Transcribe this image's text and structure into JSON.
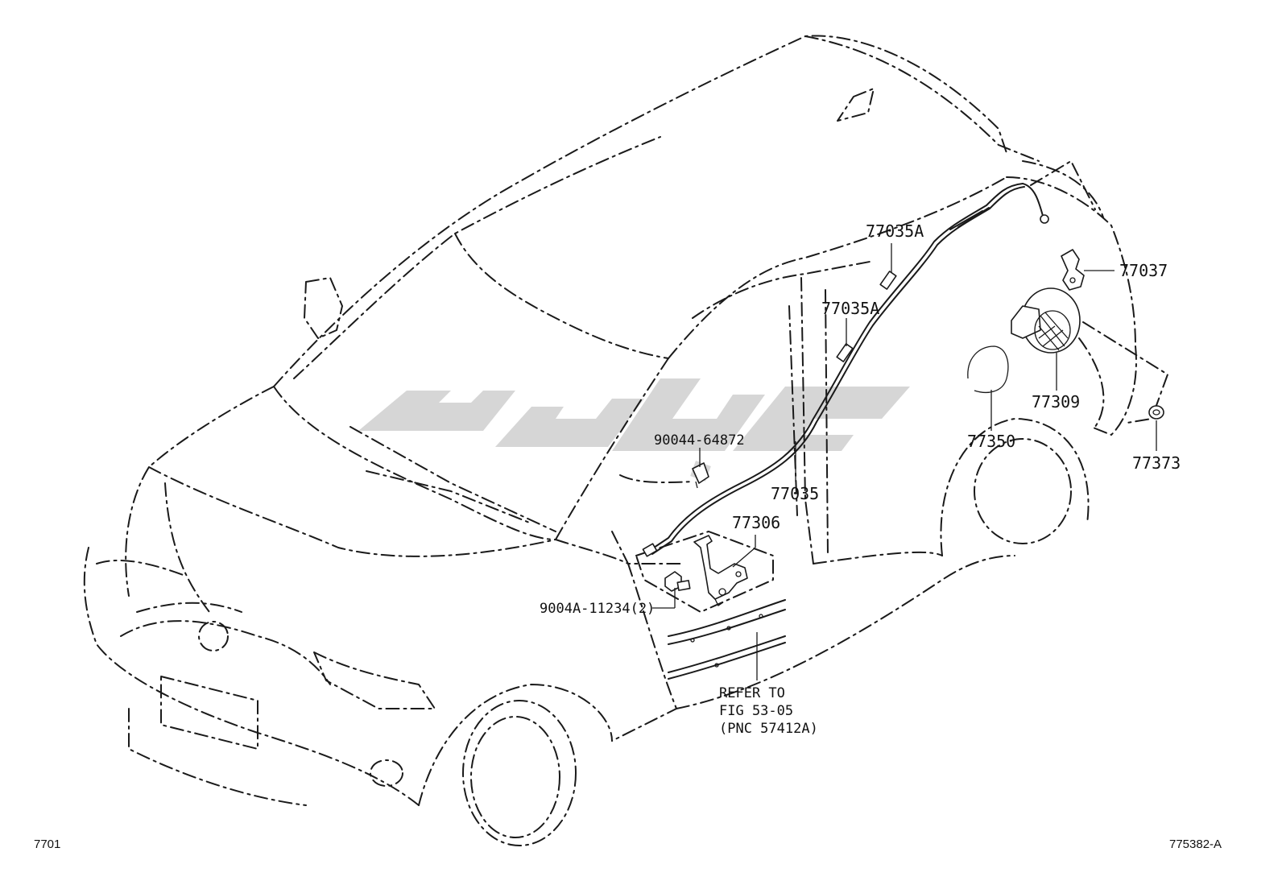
{
  "diagram": {
    "parts": {
      "p77035A_upper": "77035A",
      "p77035A_lower": "77035A",
      "p77037": "77037",
      "p77309": "77309",
      "p77350": "77350",
      "p77373": "77373",
      "p90044": "90044-64872",
      "p77035": "77035",
      "p77306": "77306",
      "p9004A": "9004A-11234(2)"
    },
    "refer_note": {
      "line1": "REFER TO",
      "line2": "FIG 53-05",
      "line3": "(PNC 57412A)"
    },
    "footer": {
      "left_code": "7701",
      "right_code": "775382-A"
    }
  },
  "colors": {
    "line": "#1a1a1a",
    "watermark": "#cfcfcf",
    "background": "#ffffff"
  }
}
